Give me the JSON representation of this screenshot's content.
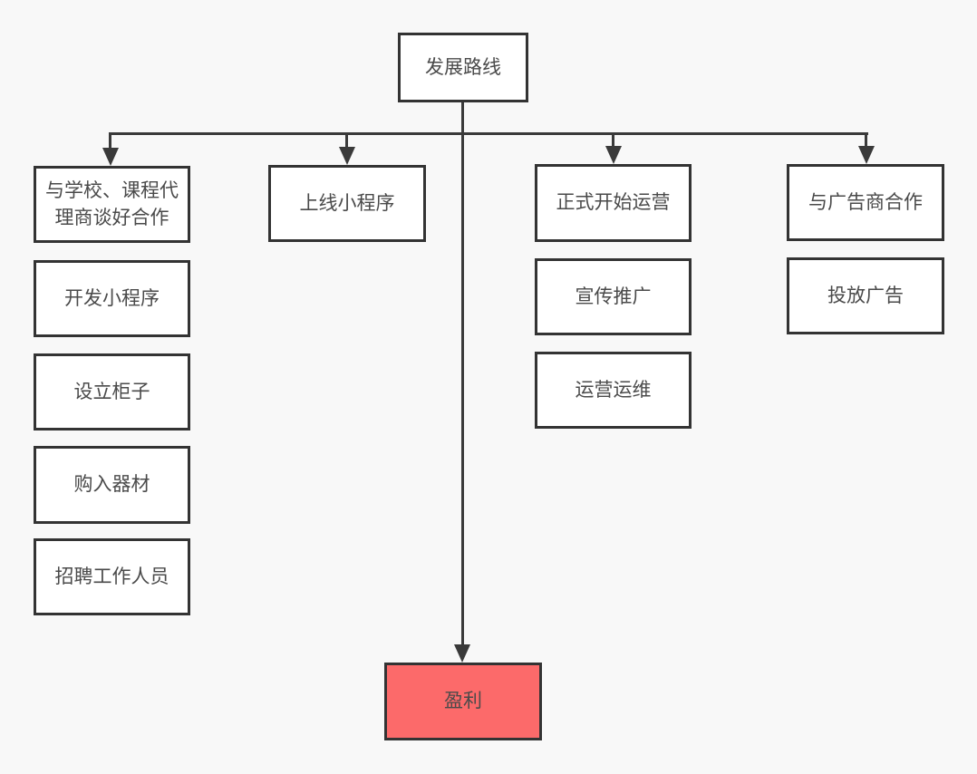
{
  "flowchart": {
    "root": {
      "label": "发展路线"
    },
    "branches": [
      {
        "id": "preparation",
        "steps": [
          "与学校、课程代理商谈好合作",
          "开发小程序",
          "设立柜子",
          "购入器材",
          "招聘工作人员"
        ]
      },
      {
        "id": "launch",
        "steps": [
          "上线小程序"
        ]
      },
      {
        "id": "operation",
        "steps": [
          "正式开始运营",
          "宣传推广",
          "运营运维"
        ]
      },
      {
        "id": "advertising",
        "steps": [
          "与广告商合作",
          "投放广告"
        ]
      }
    ],
    "goal": {
      "label": "盈利"
    },
    "colors": {
      "accent_red": "#fc6a6a",
      "line": "#3a3a3a",
      "node_border": "#333333",
      "node_fill": "#ffffff",
      "canvas_bg": "#f8f8f8",
      "text": "#4a4a4a"
    }
  }
}
